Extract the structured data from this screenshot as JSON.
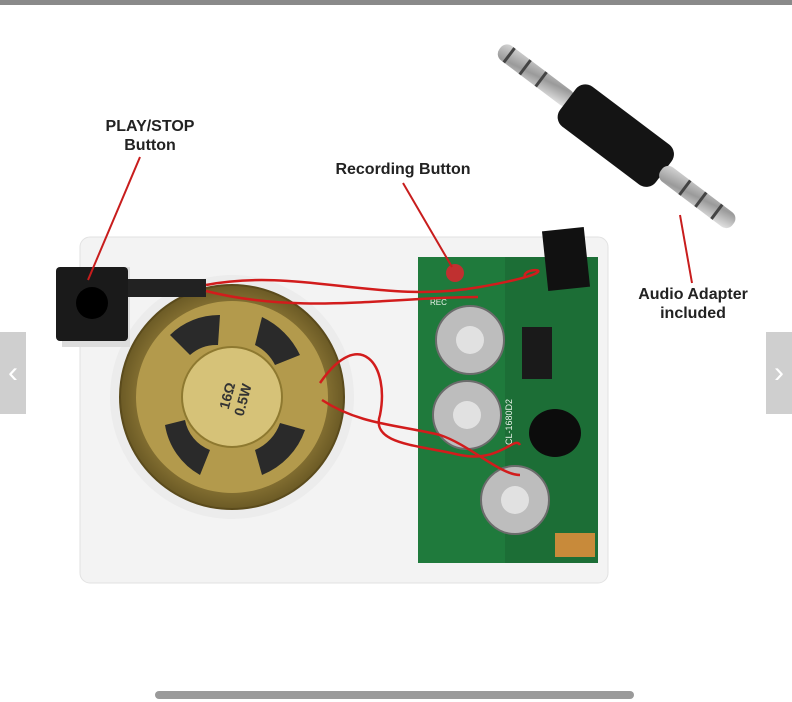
{
  "top_fragment": "(photo thumbnail)",
  "labels": {
    "play_stop": "PLAY/STOP",
    "play_stop_sub": "Button",
    "recording": "Recording Button",
    "adapter": "Audio Adapter",
    "adapter_sub": "included"
  },
  "speaker_text": {
    "line1": "16Ω",
    "line2": "0.5W"
  },
  "pcb_texts": {
    "rec": "REC",
    "chip": "CL-1680D2"
  },
  "nav": {
    "prev": "‹",
    "next": "›"
  }
}
